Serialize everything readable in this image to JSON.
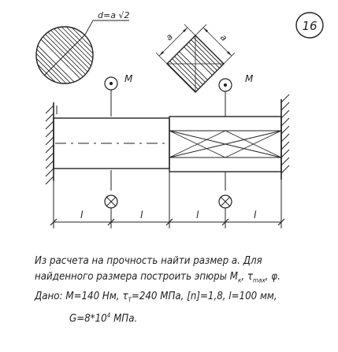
{
  "problem_number": "16",
  "section_formula": "d=a √2",
  "labels": {
    "moment_left": "M",
    "moment_right": "M",
    "square_side_top": "a",
    "square_side_right": "a",
    "length_1": "l",
    "length_2": "l",
    "length_3": "l",
    "length_4": "l"
  },
  "text": {
    "line1": "Из расчета на прочность найти размер a. Для",
    "line2_a": "найденного размера построить эпюры M",
    "line2_sub1": "к",
    "line2_b": ", τ",
    "line2_sub2": "max",
    "line2_c": ", φ.",
    "line3_a": "Дано: M=140 Нм, τ",
    "line3_sub": "T",
    "line3_b": "=240 МПа, [n]=1,8, l=100 мм,",
    "line4_a": "G=8*10",
    "line4_sup": "4",
    "line4_b": " МПа."
  },
  "colors": {
    "ink": "#222222",
    "background": "#ffffff"
  }
}
